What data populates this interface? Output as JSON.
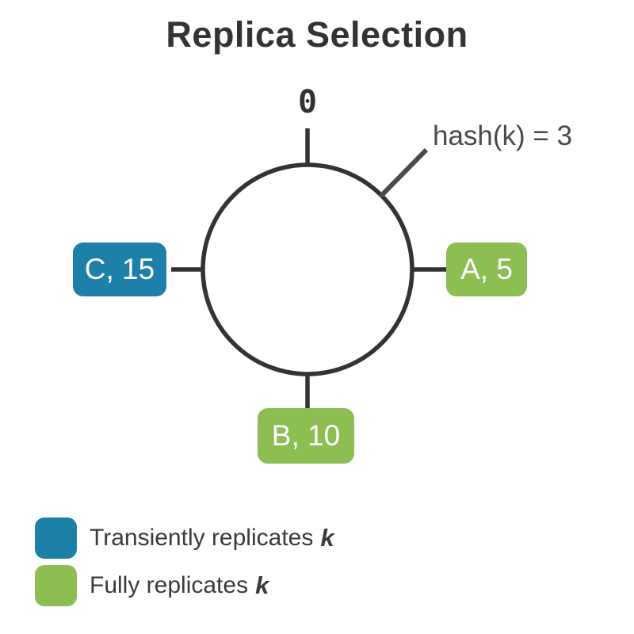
{
  "title": "Replica Selection",
  "ring": {
    "origin_label": "0",
    "hash_annotation": "hash(k) = 3"
  },
  "nodes": {
    "c": {
      "label": "C, 15",
      "color": "#1c80a9",
      "role": "transient-replica"
    },
    "a": {
      "label": "A, 5",
      "color": "#8dbe52",
      "role": "full-replica"
    },
    "b": {
      "label": "B, 10",
      "color": "#8dbe52",
      "role": "full-replica"
    }
  },
  "legend": {
    "transient": {
      "text": "Transiently replicates",
      "emphasis": "k",
      "color": "#1c80a9"
    },
    "full": {
      "text": "Fully replicates",
      "emphasis": "k",
      "color": "#8dbe52"
    }
  },
  "colors": {
    "ring_stroke": "#333333",
    "annotation_line": "#4a4a4a",
    "title_text": "#333333",
    "background": "#ffffff"
  }
}
